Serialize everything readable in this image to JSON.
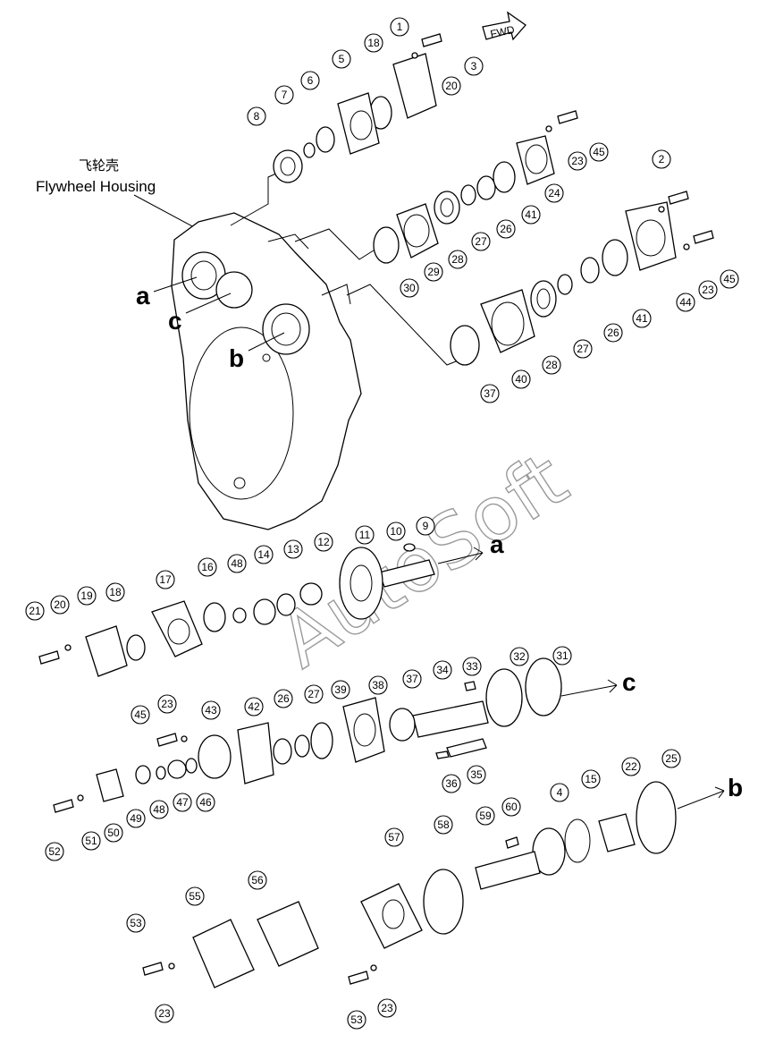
{
  "diagram": {
    "housing_label_cn": "飞轮壳",
    "housing_label_en": "Flywheel Housing",
    "fwd_label": "FWD",
    "watermark": "AutoSoft",
    "port_letters": [
      "a",
      "b",
      "c"
    ],
    "callouts": [
      "1",
      "2",
      "3",
      "4",
      "5",
      "6",
      "7",
      "8",
      "9",
      "10",
      "11",
      "12",
      "13",
      "14",
      "15",
      "16",
      "17",
      "18",
      "19",
      "20",
      "21",
      "22",
      "23",
      "24",
      "25",
      "26",
      "27",
      "28",
      "29",
      "30",
      "31",
      "32",
      "33",
      "34",
      "35",
      "36",
      "37",
      "38",
      "39",
      "40",
      "41",
      "42",
      "43",
      "44",
      "45",
      "46",
      "47",
      "48",
      "49",
      "50",
      "51",
      "52",
      "53",
      "55",
      "56",
      "57",
      "58",
      "59",
      "60"
    ]
  }
}
